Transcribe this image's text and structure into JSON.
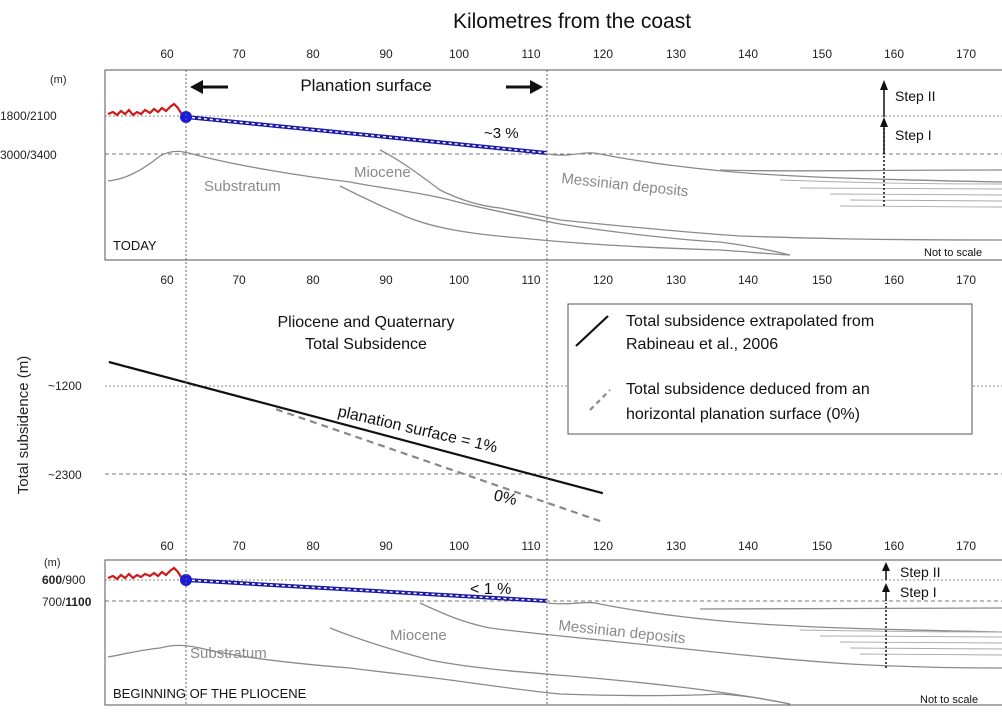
{
  "title": "Kilometres from the coast",
  "axis_ticks": [
    "60",
    "70",
    "80",
    "90",
    "100",
    "110",
    "120",
    "130",
    "140",
    "150",
    "160",
    "170"
  ],
  "y_axis_label": "Total subsidence (m)",
  "top_panel": {
    "unit_label": "(m)",
    "level_1": "1800/2100",
    "level_2": "3000/3400",
    "planation_label": "Planation surface",
    "slope_label": "~3 %",
    "step2": "Step II",
    "step1": "Step I",
    "substratum": "Substratum",
    "miocene": "Miocene",
    "messinian": "Messinian deposits",
    "corner_label": "TODAY",
    "scale_note": "Not to scale"
  },
  "middle_panel": {
    "title_line1": "Pliocene and Quaternary",
    "title_line2": "Total Subsidence",
    "y_tick_1": "~1200",
    "y_tick_2": "~2300",
    "line_label_1pct": "planation surface = 1%",
    "line_label_0pct": "0%",
    "legend_solid_line1": "Total subsidence extrapolated from",
    "legend_solid_line2": "Rabineau et al., 2006",
    "legend_dashed_line1": "Total subsidence deduced from an",
    "legend_dashed_line2": "horizontal planation surface (0%)"
  },
  "bottom_panel": {
    "unit_label": "(m)",
    "level_1_bold": "600",
    "level_1_rest": "/900",
    "level_2_first": "700/",
    "level_2_bold": "1100",
    "slope_label": "< 1 %",
    "step2": "Step II",
    "step1": "Step I",
    "substratum": "Substratum",
    "miocene": "Miocene",
    "messinian": "Messinian deposits",
    "corner_label": "BEGINNING OF THE PLIOCENE",
    "scale_note": "Not to scale"
  },
  "colors": {
    "coast_relief": "#d01818",
    "planation_surface": "#1a1aa8",
    "geology_lines": "#8a8a8a"
  },
  "chart_data": {
    "type": "line",
    "title": "Pliocene and Quaternary Total Subsidence",
    "xlabel": "Kilometres from the coast",
    "ylabel": "Total subsidence (m)",
    "series": [
      {
        "name": "Total subsidence extrapolated from Rabineau et al., 2006",
        "x": [
          52,
          120
        ],
        "y": [
          -900,
          -2540
        ]
      },
      {
        "name": "Total subsidence deduced from an horizontal planation surface (0%)",
        "x": [
          75,
          120
        ],
        "y": [
          -1490,
          -2900
        ]
      }
    ]
  }
}
